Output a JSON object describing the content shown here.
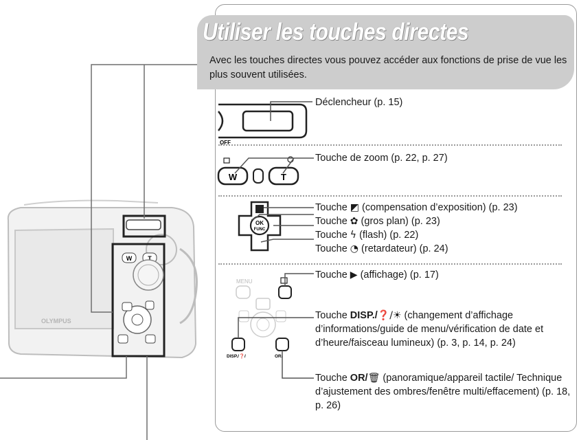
{
  "page": {
    "title": "Utiliser les touches directes",
    "intro": "Avec les touches directes vous pouvez accéder aux fonctions de prise de vue les plus souvent utilisées."
  },
  "camera": {
    "brand": "OLYMPUS",
    "button_labels": {
      "w": "W",
      "t": "T",
      "menu": "MENU",
      "ok": "OK",
      "func": "FUNC",
      "disp": "DISP./❓/",
      "or": "OR/",
      "off": "OFF"
    }
  },
  "buttons": {
    "shutter": {
      "label": "Déclencheur (p. 15)"
    },
    "zoom": {
      "label": "Touche de zoom (p. 22, p. 27)"
    },
    "exposure": {
      "prefix": "Touche ",
      "icon": "exposure-compensation-icon",
      "suffix": " (compensation d’exposition) (p. 23)"
    },
    "macro": {
      "prefix": "Touche ",
      "icon": "macro-flower-icon",
      "suffix": " (gros plan) (p. 23)"
    },
    "flash": {
      "prefix": "Touche ",
      "icon": "flash-icon",
      "suffix": " (flash) (p. 22)"
    },
    "selftimer": {
      "prefix": "Touche ",
      "icon": "self-timer-icon",
      "suffix": " (retardateur) (p. 24)"
    },
    "playback": {
      "prefix": "Touche ",
      "icon": "playback-icon",
      "suffix": " (affichage) (p. 17)"
    },
    "disp": {
      "prefix": "Touche ",
      "bold": "DISP./",
      "icon": "help-guide-icon",
      "suffix": " (changement d’affichage d’informations/guide de menu/vérification de date et d’heure/faisceau lumineux) (p. 3, p. 14, p. 24)"
    },
    "or": {
      "prefix": "Touche ",
      "bold": "OR/",
      "icon": "trash-icon",
      "suffix": " (panoramique/appareil tactile/ Technique d’ajustement des ombres/fenêtre multi/effacement) (p. 18, p. 26)"
    }
  },
  "colors": {
    "banner": "#cdcdcd",
    "panel_border": "#9a9a9a",
    "line": "#6e6e6e",
    "text": "#1a1a1a"
  }
}
